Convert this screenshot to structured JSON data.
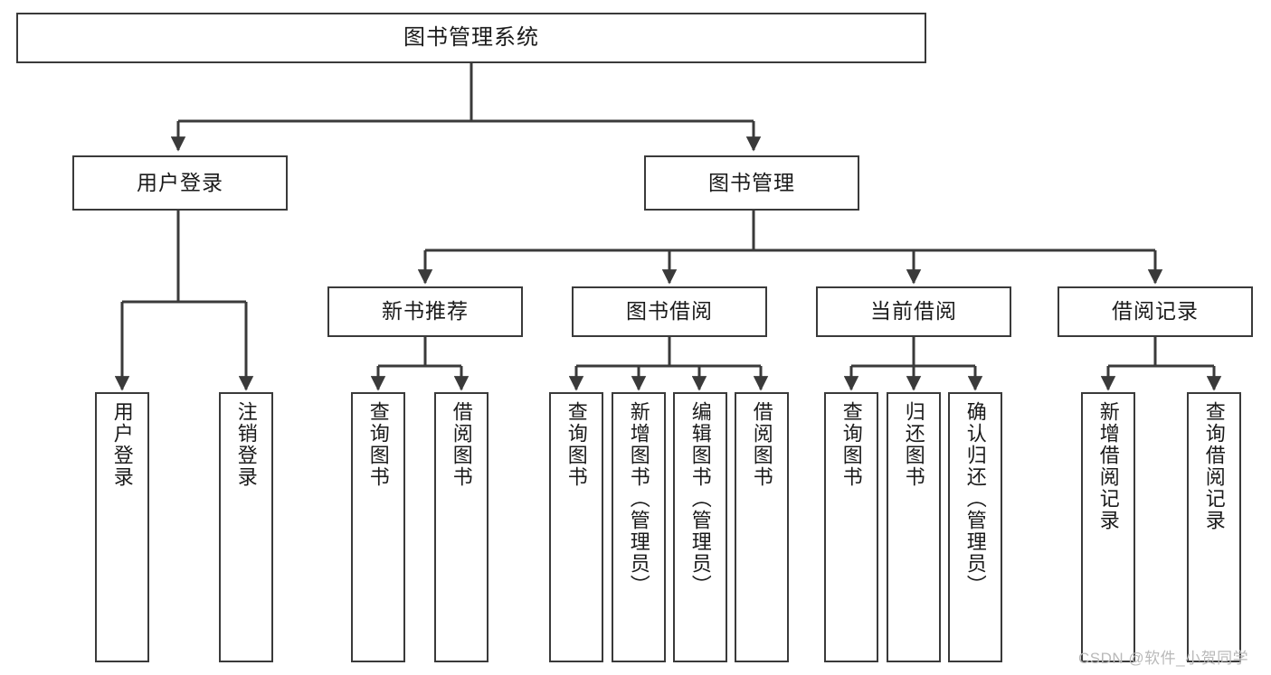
{
  "diagram": {
    "title": "图书管理系统",
    "type": "tree-hierarchy-chart",
    "stroke_color": "#3a3a3a",
    "fill_color": "#ffffff",
    "text_color": "#1a1a1a"
  },
  "nodes": {
    "root": {
      "label": "图书管理系统"
    },
    "level1": [
      {
        "id": "user-login",
        "label": "用户登录"
      },
      {
        "id": "book-management",
        "label": "图书管理"
      }
    ],
    "level2": [
      {
        "id": "new-book-recommend",
        "label": "新书推荐"
      },
      {
        "id": "book-borrow",
        "label": "图书借阅"
      },
      {
        "id": "current-borrow",
        "label": "当前借阅"
      },
      {
        "id": "borrow-record",
        "label": "借阅记录"
      }
    ],
    "leaves": {
      "user-login": [
        {
          "id": "leaf-user-login",
          "label": "用户登录"
        },
        {
          "id": "leaf-logout-login",
          "label": "注销登录"
        }
      ],
      "new-book-recommend": [
        {
          "id": "leaf-query-book-1",
          "label": "查询图书"
        },
        {
          "id": "leaf-borrow-book-1",
          "label": "借阅图书"
        }
      ],
      "book-borrow": [
        {
          "id": "leaf-query-book-2",
          "label": "查询图书"
        },
        {
          "id": "leaf-add-book",
          "label": "新增图书（管理员）"
        },
        {
          "id": "leaf-edit-book",
          "label": "编辑图书（管理员）"
        },
        {
          "id": "leaf-borrow-book-2",
          "label": "借阅图书"
        }
      ],
      "current-borrow": [
        {
          "id": "leaf-query-book-3",
          "label": "查询图书"
        },
        {
          "id": "leaf-return-book",
          "label": "归还图书"
        },
        {
          "id": "leaf-confirm-return",
          "label": "确认归还（管理员）"
        }
      ],
      "borrow-record": [
        {
          "id": "leaf-add-record",
          "label": "新增借阅记录"
        },
        {
          "id": "leaf-query-record",
          "label": "查询借阅记录"
        }
      ]
    }
  },
  "watermark": {
    "text": "CSDN @软件_小贺同学"
  }
}
